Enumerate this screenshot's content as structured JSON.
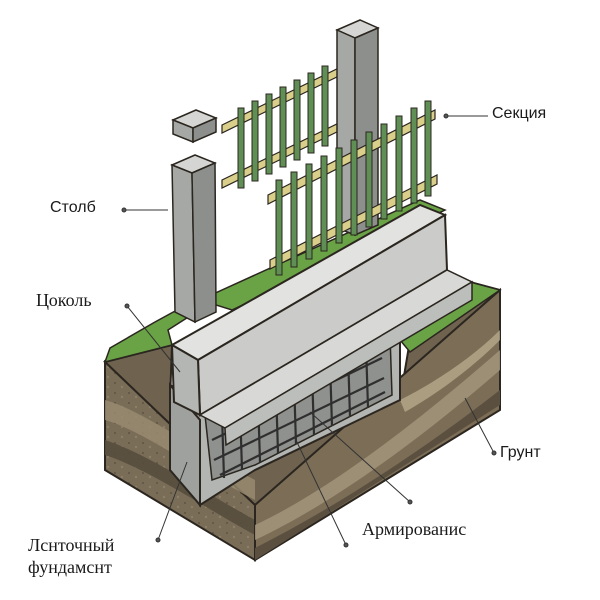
{
  "labels": {
    "section": "Секция",
    "post": "Столб",
    "plinth": "Цоколь",
    "soil": "Грунт",
    "reinforcement": "Армированис",
    "strip_foundation_line1": "Лснточный",
    "strip_foundation_line2": "фундамснт"
  },
  "colors": {
    "grass": "#6aa345",
    "concrete": "#c9cbc8",
    "soil_dark": "#6b5f4d",
    "soil_light": "#a89c82",
    "picket": "#5f8f55",
    "rail": "#d9cf8a",
    "rebar": "#3a3a3a"
  }
}
